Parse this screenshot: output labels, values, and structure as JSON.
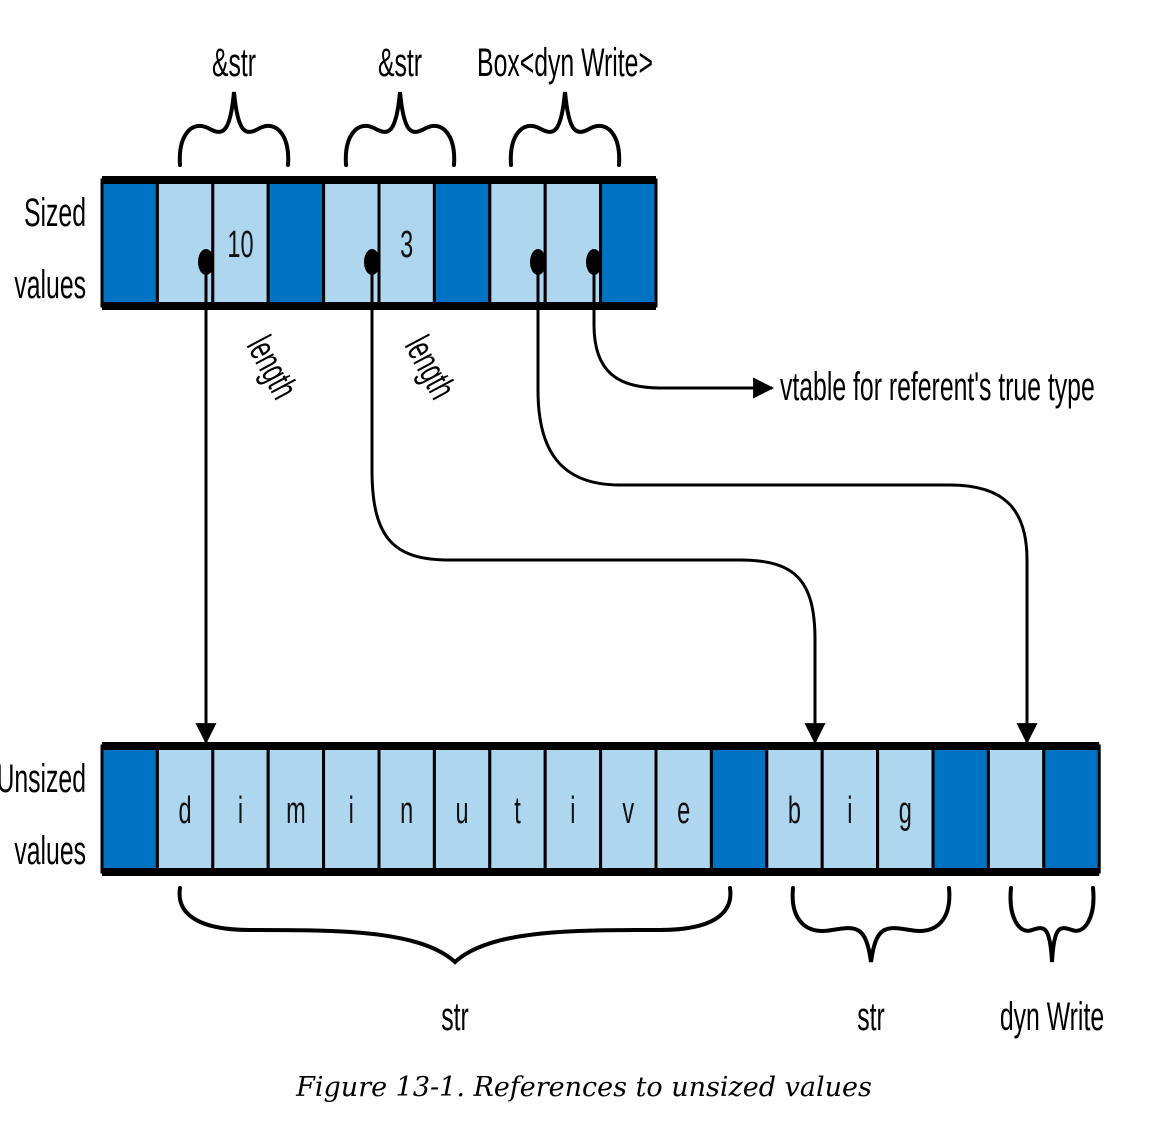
{
  "colors": {
    "dark_cell": "#0072c2",
    "light_cell": "#aed6ee",
    "line": "#000000"
  },
  "rows": {
    "sized": {
      "label_line1": "Sized",
      "label_line2": "values",
      "cells": [
        {
          "kind": "dark",
          "text": ""
        },
        {
          "kind": "light",
          "text": "",
          "pointer": true
        },
        {
          "kind": "light",
          "text": "10"
        },
        {
          "kind": "dark",
          "text": ""
        },
        {
          "kind": "light",
          "text": "",
          "pointer": true
        },
        {
          "kind": "light",
          "text": "3"
        },
        {
          "kind": "dark",
          "text": ""
        },
        {
          "kind": "light",
          "text": "",
          "pointer": true
        },
        {
          "kind": "light",
          "text": "",
          "pointer": true
        },
        {
          "kind": "dark",
          "text": ""
        }
      ]
    },
    "unsized": {
      "label_line1": "Unsized",
      "label_line2": "values",
      "cells": [
        {
          "kind": "dark",
          "text": ""
        },
        {
          "kind": "light",
          "text": "d"
        },
        {
          "kind": "light",
          "text": "i"
        },
        {
          "kind": "light",
          "text": "m"
        },
        {
          "kind": "light",
          "text": "i"
        },
        {
          "kind": "light",
          "text": "n"
        },
        {
          "kind": "light",
          "text": "u"
        },
        {
          "kind": "light",
          "text": "t"
        },
        {
          "kind": "light",
          "text": "i"
        },
        {
          "kind": "light",
          "text": "v"
        },
        {
          "kind": "light",
          "text": "e"
        },
        {
          "kind": "dark",
          "text": ""
        },
        {
          "kind": "light",
          "text": "b"
        },
        {
          "kind": "light",
          "text": "i"
        },
        {
          "kind": "light",
          "text": "g"
        },
        {
          "kind": "dark",
          "text": ""
        },
        {
          "kind": "light",
          "text": ""
        },
        {
          "kind": "dark",
          "text": ""
        }
      ]
    }
  },
  "top_labels": [
    "&str",
    "&str",
    "Box<dyn Write>"
  ],
  "bottom_labels": [
    "str",
    "str",
    "dyn Write"
  ],
  "annotations": {
    "length_1": "length",
    "length_2": "length",
    "vtable": "vtable for referent's true type"
  },
  "caption": "Figure 13-1. References to unsized values"
}
